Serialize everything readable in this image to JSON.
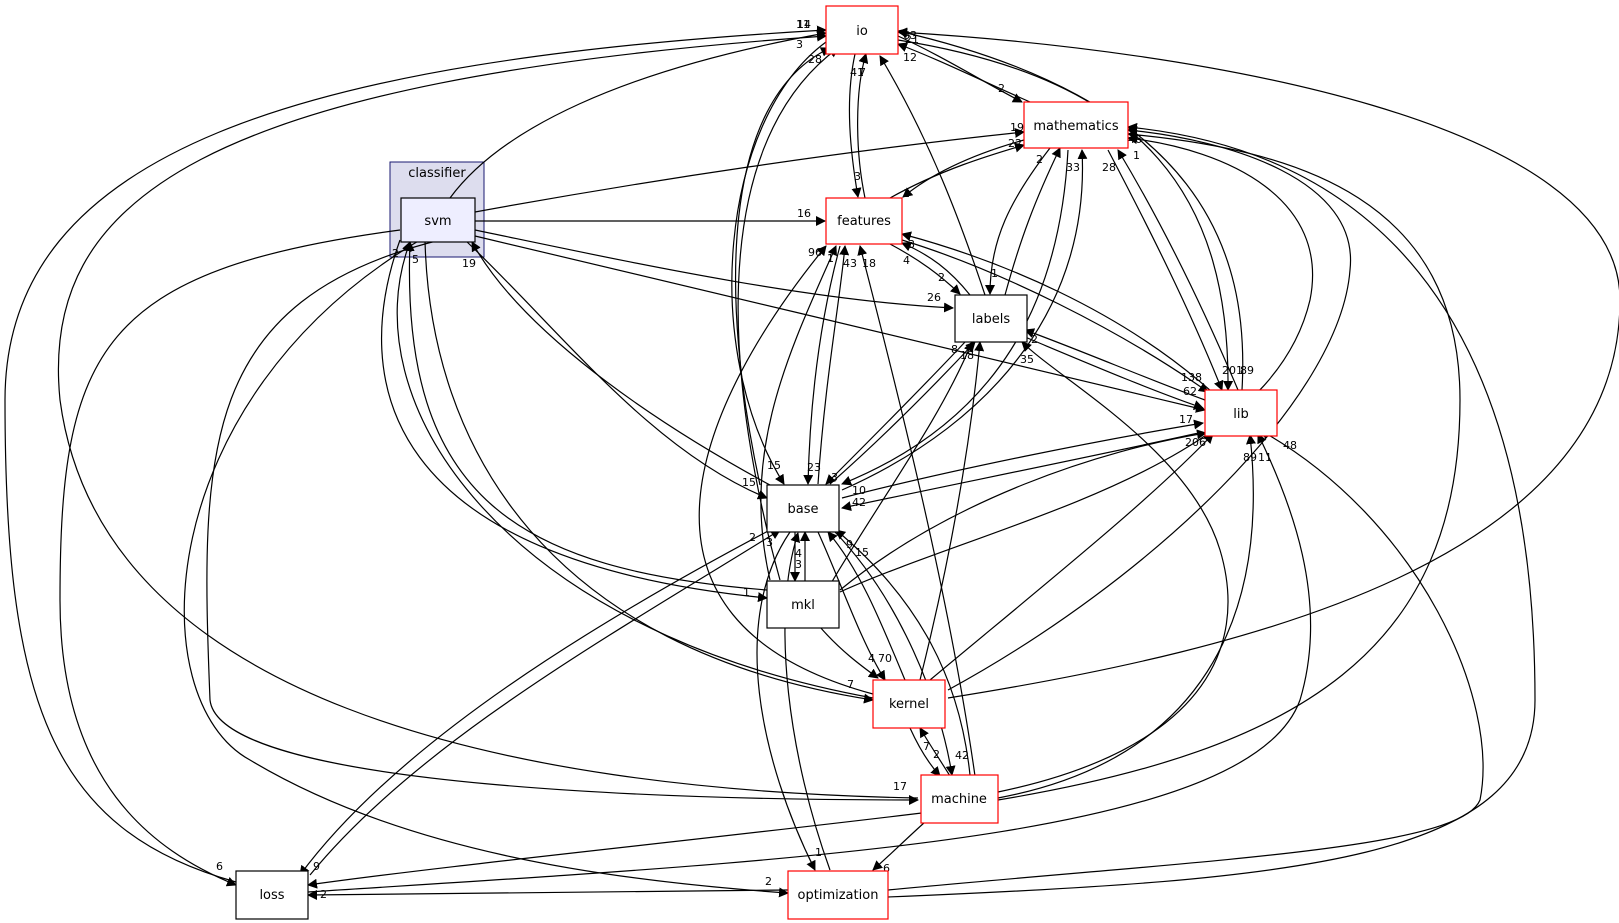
{
  "colors": {
    "red_border": "#ff0000",
    "black_border": "#000000",
    "cluster_fill": "#ddddee",
    "cluster_stroke": "#191970",
    "svm_fill": "#eeeeff",
    "edge": "#000000"
  },
  "cluster": {
    "label": "classifier"
  },
  "nodes": {
    "io": "io",
    "mathematics": "mathematics",
    "svm": "svm",
    "features": "features",
    "labels": "labels",
    "lib": "lib",
    "base": "base",
    "mkl": "mkl",
    "kernel": "kernel",
    "machine": "machine",
    "loss": "loss",
    "optimization": "optimization"
  },
  "edge_labels": [
    "11",
    "14",
    "3",
    "28",
    "41",
    "7",
    "63",
    "12",
    "21",
    "2",
    "19",
    "22",
    "2",
    "33",
    "28",
    "46",
    "1",
    "3",
    "1",
    "16",
    "96",
    "1",
    "43",
    "18",
    "4",
    "2",
    "26",
    "3",
    "1",
    "2",
    "2",
    "5",
    "19",
    "8",
    "18",
    "35",
    "138",
    "201",
    "89",
    "62",
    "17",
    "206",
    "89",
    "11",
    "48",
    "15",
    "23",
    "3",
    "10",
    "42",
    "15",
    "2",
    "3",
    "4",
    "3",
    "15",
    "9",
    "1",
    "4",
    "70",
    "7",
    "7",
    "2",
    "42",
    "17",
    "1",
    "6",
    "2",
    "6",
    "9",
    "2"
  ]
}
